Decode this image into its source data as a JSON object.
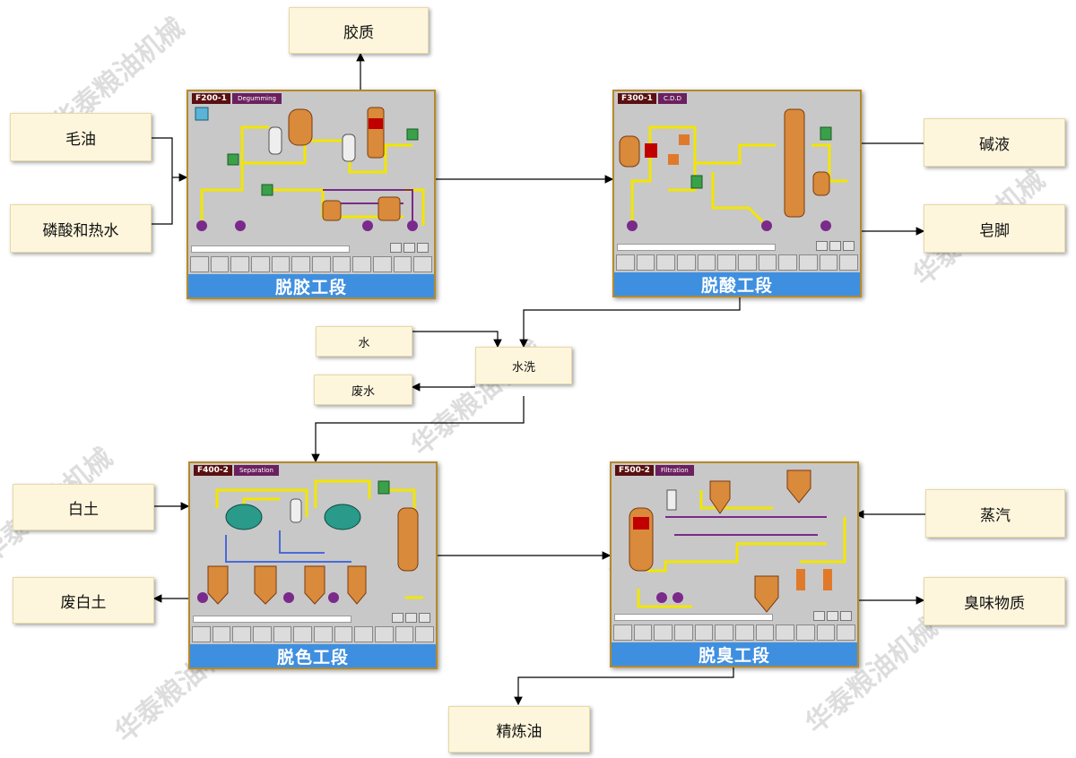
{
  "inputs_outputs": {
    "colloid": "胶质",
    "crude_oil": "毛油",
    "phosphoric_hot_water": "磷酸和热水",
    "lye": "碱液",
    "soapstock": "皂脚",
    "water": "水",
    "water_wash": "水洗",
    "waste_water": "废水",
    "bleaching_earth": "白土",
    "spent_earth": "废白土",
    "steam": "蒸汽",
    "odor_substances": "臭味物质",
    "refined_oil": "精炼油"
  },
  "panels": {
    "degumming": {
      "code": "F200-1",
      "sub": "Degumming",
      "stage": "脱胶工段"
    },
    "deacid": {
      "code": "F300-1",
      "sub": "C.D.D",
      "stage": "脱酸工段"
    },
    "bleach": {
      "code": "F400-2",
      "sub": "Separation",
      "stage": "脱色工段"
    },
    "deodor": {
      "code": "F500-2",
      "sub": "Filtration",
      "stage": "脱臭工段"
    }
  },
  "watermark": "华泰粮油机械",
  "colors": {
    "stage_bar": "#3f8fe0",
    "box_fill": "#fdf6dc",
    "pipe": "#f2e600",
    "vessel": "#d98a3a"
  }
}
